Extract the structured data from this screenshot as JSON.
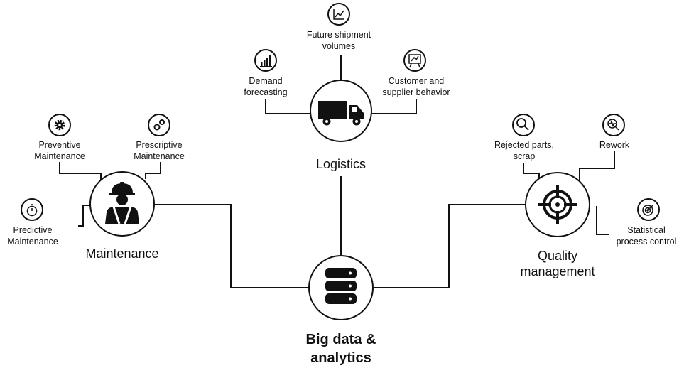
{
  "colors": {
    "line": "#111111",
    "hub_fill": "#ffffff",
    "icon": "#111111",
    "background": "#ffffff"
  },
  "hub": {
    "title": "Big data & analytics",
    "title_lines": [
      "Big data &",
      "analytics"
    ],
    "icon": "database-icon"
  },
  "logistics": {
    "title": "Logistics",
    "icon": "truck-icon",
    "items": [
      {
        "label": "Future shipment volumes",
        "lines": [
          "Future shipment",
          "volumes"
        ],
        "icon": "line-chart-icon"
      },
      {
        "label": "Demand forecasting",
        "lines": [
          "Demand",
          "forecasting"
        ],
        "icon": "bar-chart-icon"
      },
      {
        "label": "Customer and supplier behavior",
        "lines": [
          "Customer and",
          "supplier behavior"
        ],
        "icon": "presentation-board-icon"
      }
    ]
  },
  "maintenance": {
    "title": "Maintenance",
    "icon": "worker-icon",
    "items": [
      {
        "label": "Preventive Maintenance",
        "lines": [
          "Preventive",
          "Maintenance"
        ],
        "icon": "gear-icon"
      },
      {
        "label": "Prescriptive Maintenance",
        "lines": [
          "Prescriptive",
          "Maintenance"
        ],
        "icon": "gears-icon"
      },
      {
        "label": "Predictive Maintenance",
        "lines": [
          "Predictive",
          "Maintenance"
        ],
        "icon": "stopwatch-icon"
      }
    ]
  },
  "quality": {
    "title": "Quality management",
    "title_lines": [
      "Quality",
      "management"
    ],
    "icon": "target-icon",
    "items": [
      {
        "label": "Rejected parts, scrap",
        "lines": [
          "Rejected parts,",
          "scrap"
        ],
        "icon": "magnifier-icon"
      },
      {
        "label": "Rework",
        "lines": [
          "Rework"
        ],
        "icon": "heartbeat-search-icon"
      },
      {
        "label": "Statistical process control",
        "lines": [
          "Statistical",
          "process control"
        ],
        "icon": "bullseye-icon"
      }
    ]
  }
}
